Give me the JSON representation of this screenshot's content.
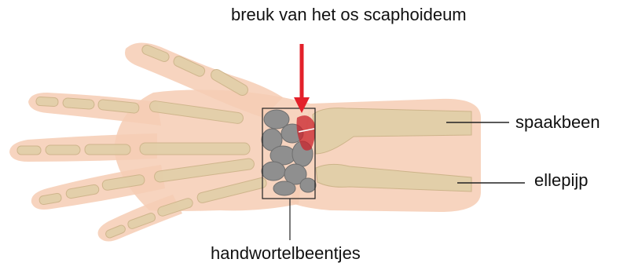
{
  "labels": {
    "fracture": "breuk van het os scaphoideum",
    "radius": "spaakbeen",
    "ulna": "ellepijp",
    "carpals": "handwortelbeentjes"
  },
  "colors": {
    "skin": "#f6cdb4",
    "bone": "#e2cfa9",
    "carpal": "#8f8f8f",
    "fracture": "#c9232b",
    "arrow": "#e3202a",
    "line": "#222222"
  }
}
